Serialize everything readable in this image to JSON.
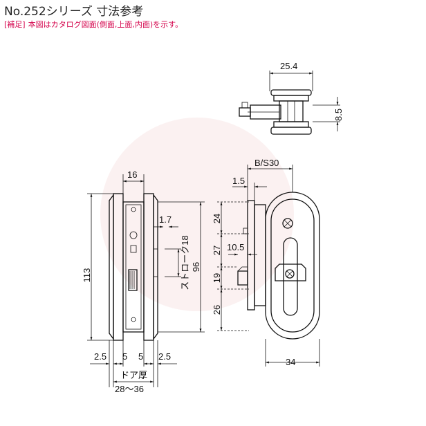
{
  "header": {
    "title": "No.252シリーズ 寸法参考",
    "note_tag": "[補足]",
    "note_text": "本図はカタログ図面(側面,上面,内面)を示す。"
  },
  "dimensions": {
    "top_width": "25.4",
    "top_height": "8.5",
    "side_width": "16",
    "side_total_height": "113",
    "side_offset": "1.7",
    "stroke": "ストローク18",
    "side_inner_height": "96",
    "bottom_a": "2.5",
    "bottom_b": "5",
    "bottom_c": "5",
    "bottom_d": "2.5",
    "door_thickness": "ドア厚",
    "door_range": "28～36",
    "backset": "B/S30",
    "front_offset": "1.5",
    "v24": "24",
    "v27": "27",
    "h10_5": "10.5",
    "v19": "19",
    "v26": "26",
    "front_width": "34"
  },
  "colors": {
    "line": "#111111",
    "note": "#d4004a",
    "watermark": "#f6e3e3"
  }
}
